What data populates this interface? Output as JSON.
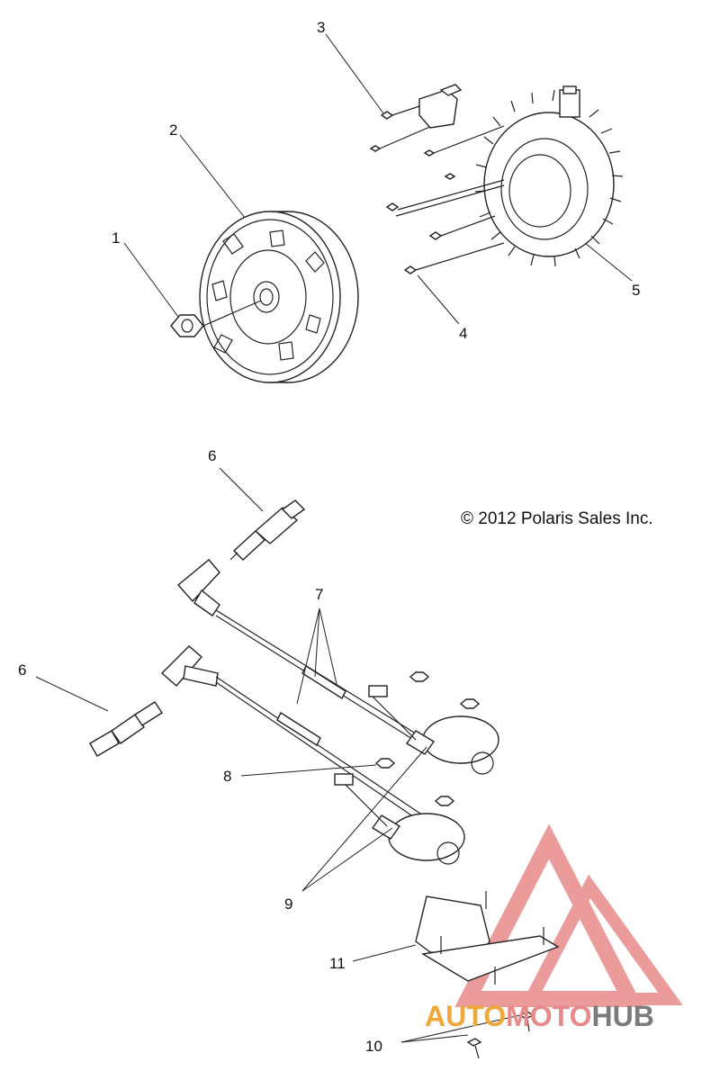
{
  "copyright": "© 2012 Polaris Sales Inc.",
  "watermark": {
    "part1": "AUTO",
    "part2": "MOTO",
    "part3": "HUB",
    "colors": {
      "auto": "#f2a73a",
      "moto": "#e98a8a",
      "hub": "#7b7b7b",
      "triangle": "#e98a8a"
    }
  },
  "callouts": {
    "c1": "1",
    "c2": "2",
    "c3": "3",
    "c4": "4",
    "c5": "5",
    "c6a": "6",
    "c6b": "6",
    "c7": "7",
    "c8": "8",
    "c9": "9",
    "c10": "10",
    "c11": "11"
  }
}
